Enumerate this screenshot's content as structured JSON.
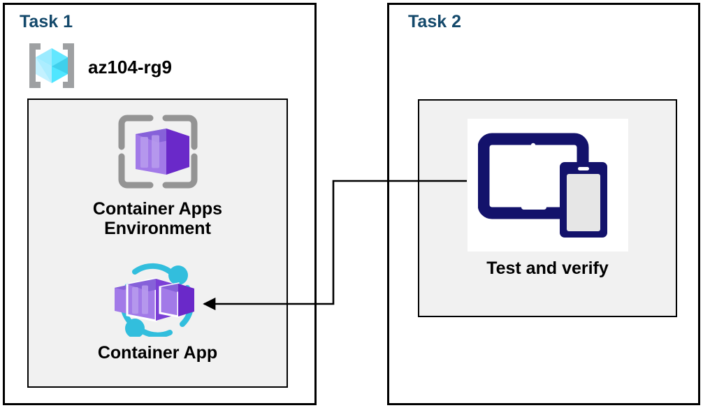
{
  "diagram": {
    "title_hidden": "",
    "background_color": "#ffffff",
    "panels": [
      {
        "id": "task1",
        "label": "Task 1",
        "label_color": "#14496b",
        "resource_group": {
          "name": "az104-rg9",
          "icon": "resource-group-icon",
          "icon_colors": [
            "#9ea0a2",
            "#32bedd",
            "#9cebff",
            "#50e6ff"
          ]
        },
        "nodes": [
          {
            "id": "container-apps-environment",
            "label": "Container Apps\nEnvironment",
            "icon": "container-apps-environment-icon",
            "icon_colors": [
              "#949494",
              "#a27ae8",
              "#6a29c9",
              "#8661d9"
            ]
          },
          {
            "id": "container-app",
            "label": "Container App",
            "icon": "container-app-icon",
            "icon_colors": [
              "#32bedd",
              "#a27ae8",
              "#6a29c9",
              "#8661d9"
            ]
          }
        ]
      },
      {
        "id": "task2",
        "label": "Task 2",
        "label_color": "#14496b",
        "nodes": [
          {
            "id": "test-and-verify",
            "label": "Test and verify",
            "icon": "devices-icon",
            "icon_colors": [
              "#13126b",
              "#e6e6e6",
              "#ffffff"
            ]
          }
        ]
      }
    ],
    "connectors": [
      {
        "id": "test-to-container-app",
        "from": "test-and-verify",
        "to": "container-app",
        "color": "#000000",
        "arrowhead": "to",
        "style": "orthogonal"
      }
    ],
    "colors": {
      "panel_border": "#000000",
      "inner_box_fill": "#f1f1f1",
      "inner_box_border": "#000000",
      "label_text": "#000000",
      "task_label": "#14496b",
      "azure_cyan": "#32bedd",
      "azure_purple": "#8661d9",
      "azure_navy": "#13126b"
    }
  }
}
